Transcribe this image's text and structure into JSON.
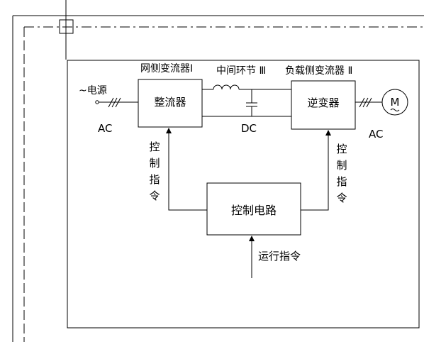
{
  "labels": {
    "grid_converter": "网侧变流器Ⅰ",
    "intermediate": "中间环节 Ⅲ",
    "load_converter": "负载侧变流器 Ⅱ",
    "power_source": "~电源",
    "ac_left": "AC",
    "dc": "DC",
    "ac_right": "AC",
    "rectifier": "整流器",
    "inverter": "逆变器",
    "control_circuit": "控制电路",
    "run_command": "运行指令",
    "motor": "M",
    "control_cmd_left": [
      "控",
      "制",
      "指",
      "令"
    ],
    "control_cmd_right": [
      "控",
      "制",
      "指",
      "令"
    ]
  },
  "colors": {
    "line": "#000000",
    "background": "#ffffff"
  }
}
